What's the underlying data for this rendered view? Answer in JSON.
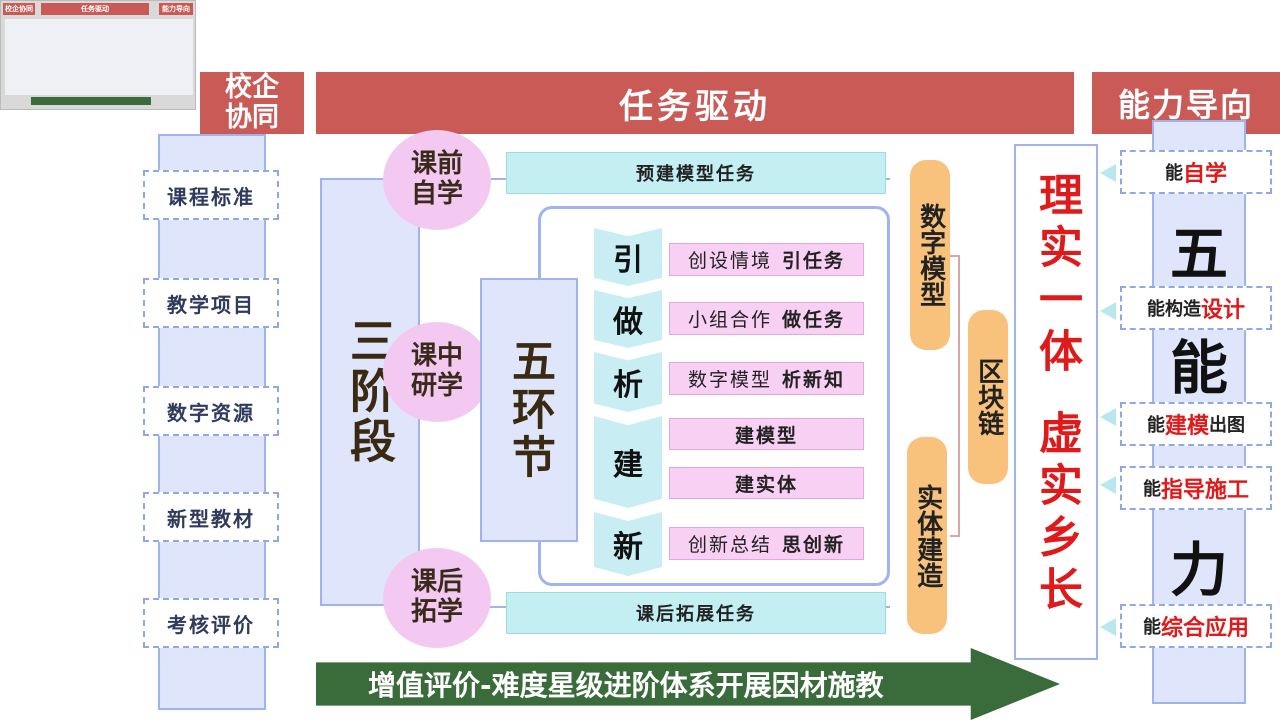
{
  "headers": {
    "left": "校企\n协同",
    "center": "任务驱动",
    "right": "能力导向"
  },
  "left_items": [
    "课程标准",
    "教学项目",
    "数字资源",
    "新型教材",
    "考核评价"
  ],
  "three_stages": {
    "label": "三阶段",
    "phases": [
      "课前\n自学",
      "课中\n研学",
      "课后\n拓学"
    ],
    "tasks": [
      "预建模型任务",
      "课后拓展任务"
    ]
  },
  "five_links": {
    "label": "五环节",
    "steps": [
      {
        "char": "引",
        "items": [
          {
            "plain": "创设情境",
            "bold": "引任务"
          }
        ]
      },
      {
        "char": "做",
        "items": [
          {
            "plain": "小组合作",
            "bold": "做任务"
          }
        ]
      },
      {
        "char": "析",
        "items": [
          {
            "plain": "数字模型",
            "bold": "析新知"
          }
        ]
      },
      {
        "char": "建",
        "items": [
          {
            "plain": "",
            "bold": "建模型"
          },
          {
            "plain": "",
            "bold": "建实体"
          }
        ]
      },
      {
        "char": "新",
        "items": [
          {
            "plain": "创新总结",
            "bold": "思创新"
          }
        ]
      }
    ]
  },
  "models": {
    "digital": "数字模型",
    "physical": "实体建造",
    "blockchain": "区块链"
  },
  "integration": {
    "line1": "理实一体",
    "line2": "虚实乡长"
  },
  "abilities": [
    {
      "prefix": "能",
      "highlight": "自学",
      "suffix": ""
    },
    {
      "prefix": "能构造",
      "highlight": "设计",
      "suffix": ""
    },
    {
      "prefix": "能",
      "highlight": "建模",
      "suffix": "出图"
    },
    {
      "prefix": "能",
      "highlight": "指导施工",
      "suffix": ""
    },
    {
      "prefix": "能",
      "highlight": "综合应用",
      "suffix": ""
    }
  ],
  "five_abilities": [
    "五",
    "能",
    "力"
  ],
  "bottom_arrow": "增值评价-难度星级进阶体系开展因材施教",
  "thumbnail": {
    "col1": "校企协同",
    "col2": "任务驱动",
    "col3": "能力导向"
  },
  "colors": {
    "header": "#c95a55",
    "arrow": "#3a6b3a",
    "highlight_red": "#e0191b",
    "pill_orange": "#f8c27c",
    "circle_pink": "#f3c9f1"
  }
}
